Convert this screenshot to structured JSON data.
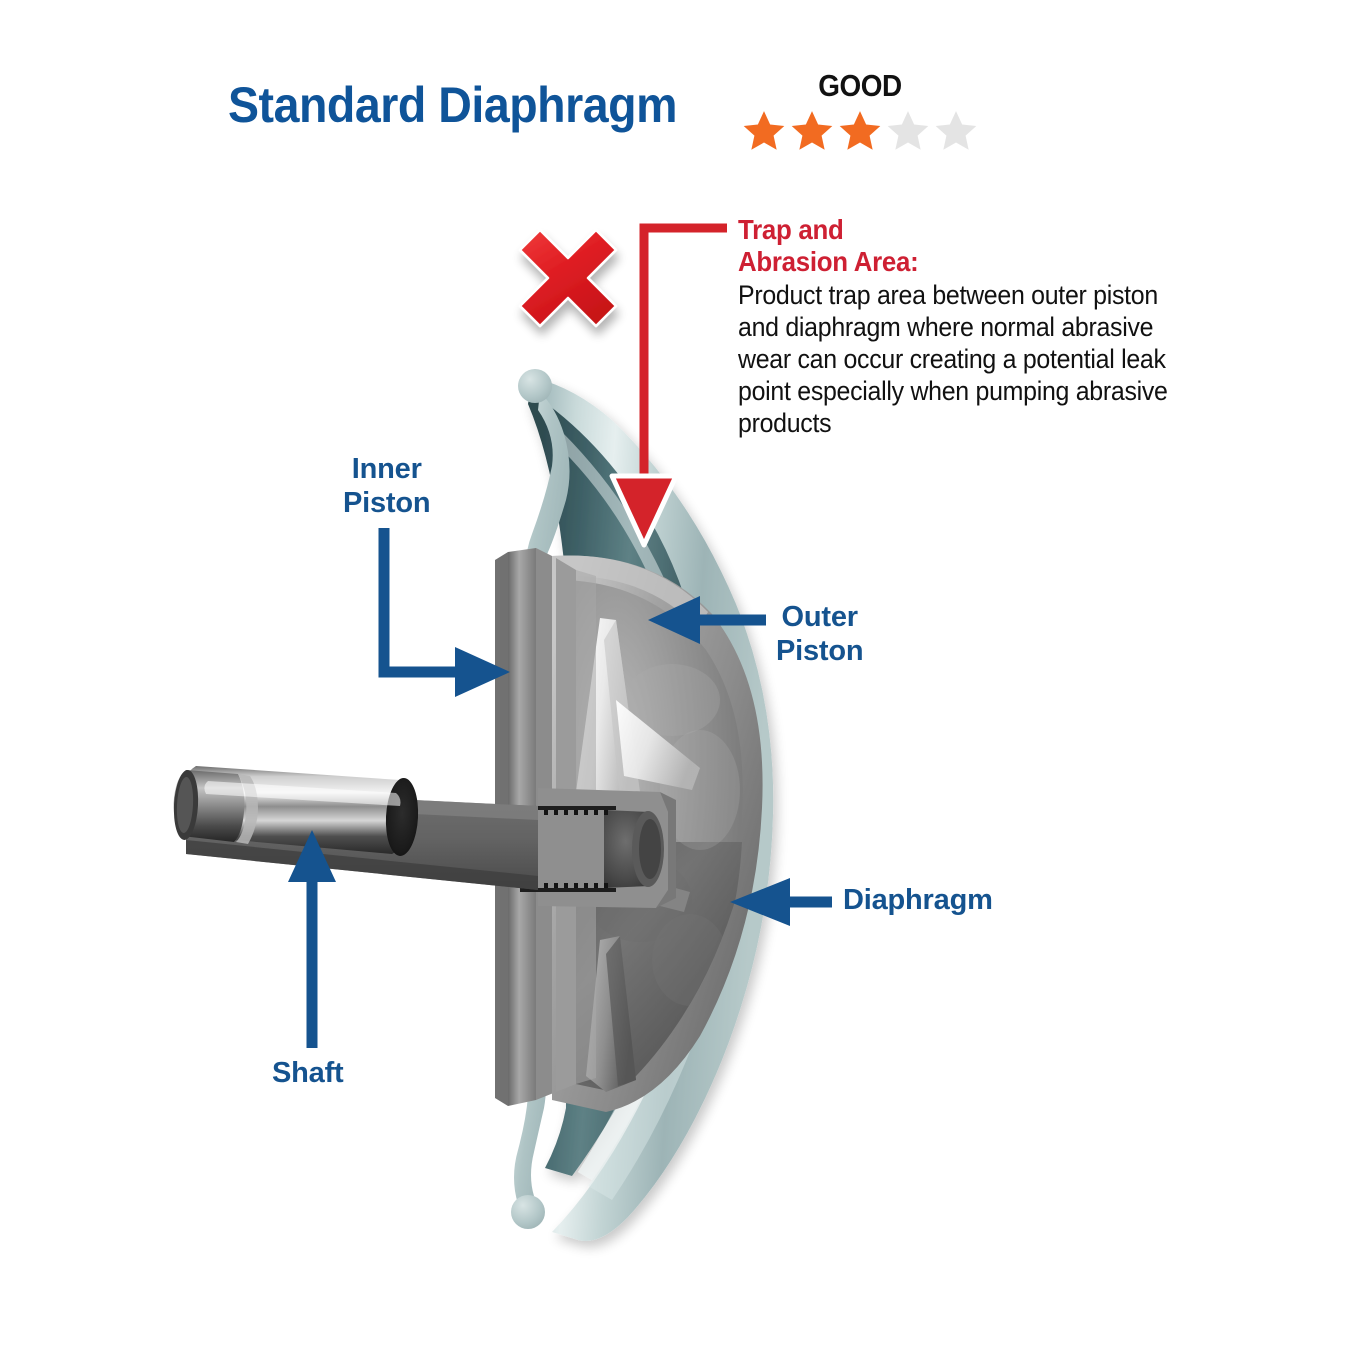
{
  "header": {
    "title": "Standard Diaphragm",
    "rating_word": "GOOD",
    "stars_filled": 3,
    "stars_total": 5,
    "star_filled_color": "#F26B21",
    "star_empty_color": "#E4E4E4",
    "title_color": "#0F5499"
  },
  "callout": {
    "heading_line1": "Trap and",
    "heading_line2": "Abrasion Area:",
    "heading_color": "#CE2033",
    "body": "Product trap area between outer piston and diaphragm where normal abrasive wear can occur creating a potential leak point especially when pumping abrasive products",
    "marker": "red-x-icon",
    "arrow": "red-down-arrow"
  },
  "labels": {
    "inner_piston_line1": "Inner",
    "inner_piston_line2": "Piston",
    "outer_piston_line1": "Outer",
    "outer_piston_line2": "Piston",
    "diaphragm": "Diaphragm",
    "shaft": "Shaft",
    "color": "#15538F"
  },
  "diagram": {
    "name": "standard-diaphragm-cutaway",
    "diaphragm_color": "#BFD2D2",
    "diaphragm_shadow_color": "#3C5A5E",
    "piston_color": "#9C9C9C",
    "piston_dark_color": "#4C4C4C",
    "fin_color": "#F2F2F2",
    "shaft_color": "#6E6E6E",
    "shaft_metal_color": "#C9C9C9"
  }
}
